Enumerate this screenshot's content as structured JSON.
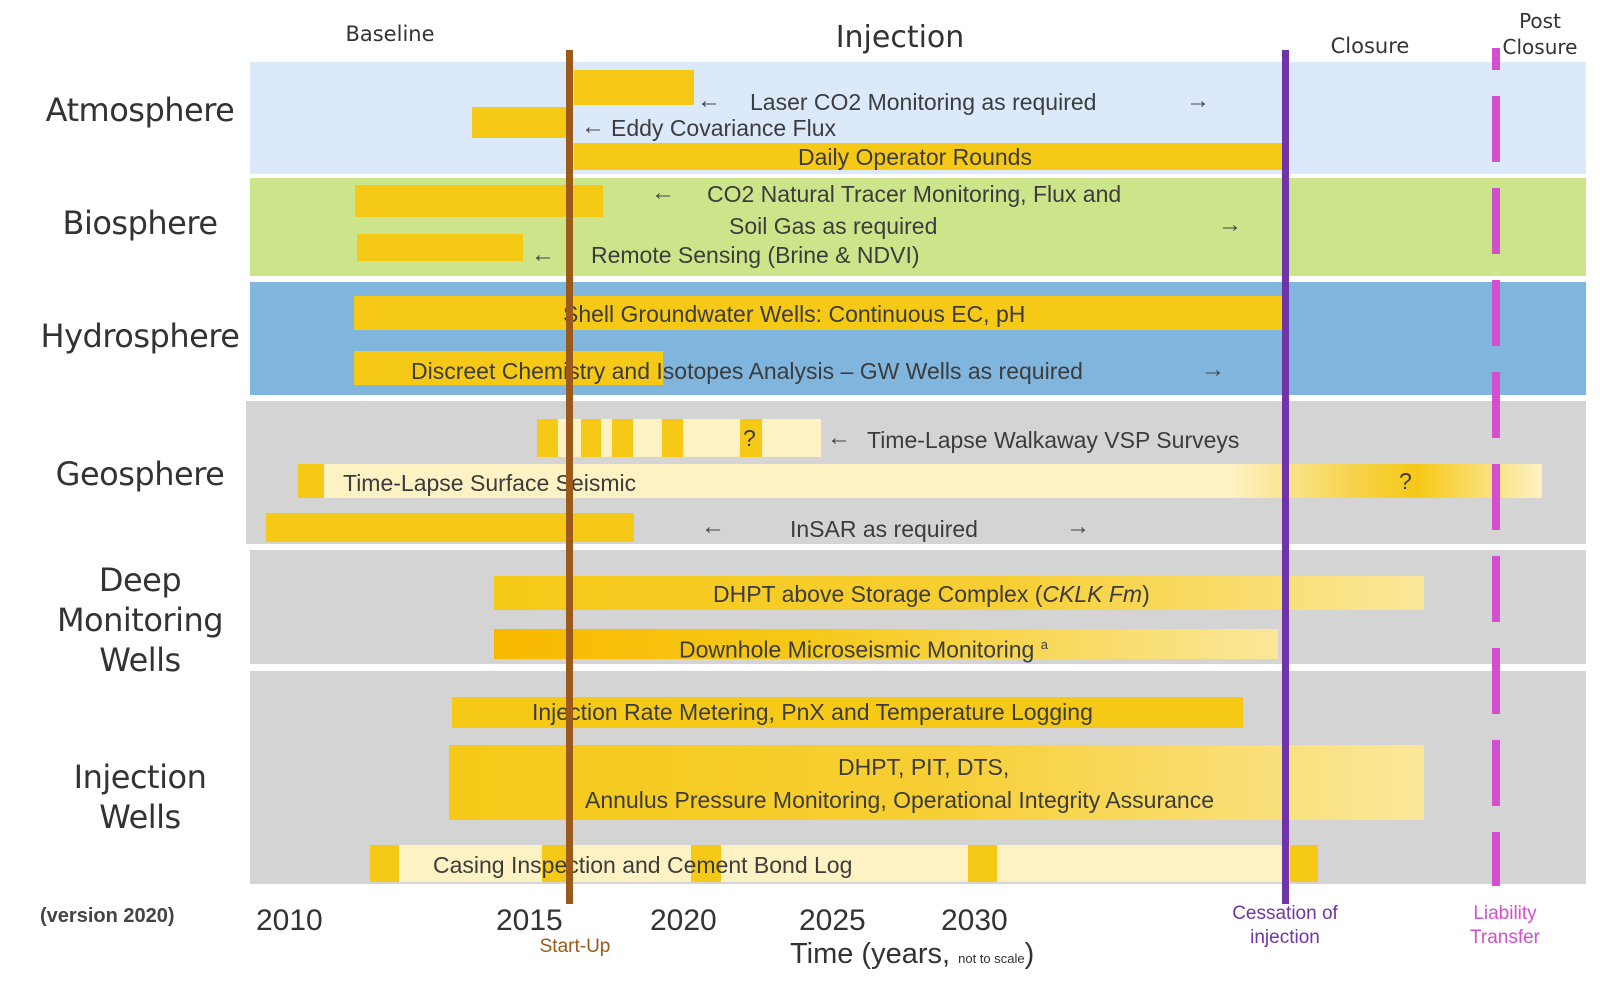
{
  "phases": {
    "baseline": "Baseline",
    "injection": "Injection",
    "closure": "Closure",
    "post_closure_1": "Post",
    "post_closure_2": "Closure"
  },
  "rows": {
    "atmosphere": "Atmosphere",
    "biosphere": "Biosphere",
    "hydrosphere": "Hydrosphere",
    "geosphere": "Geosphere",
    "deep_1": "Deep",
    "deep_2": "Monitoring",
    "deep_3": "Wells",
    "inj_1": "Injection",
    "inj_2": "Wells"
  },
  "activities": {
    "laser": "Laser CO2 Monitoring as required",
    "eddy": "Eddy Covariance Flux",
    "daily": "Daily Operator Rounds",
    "tracer_1": "CO2 Natural  Tracer Monitoring, Flux and",
    "tracer_2": "Soil Gas  as required",
    "remote": "Remote Sensing (Brine & NDVI)",
    "shell_gw": "Shell Groundwater Wells: Continuous EC, pH",
    "discreet": "Discreet Chemistry and Isotopes Analysis – GW Wells as required",
    "vsp": "Time-Lapse Walkaway VSP Surveys",
    "vsp_q": "?",
    "seismic": "Time-Lapse Surface Seismic",
    "seismic_q": "?",
    "insar": "InSAR as required",
    "dhpt_above_a": "DHPT above Storage Complex (",
    "dhpt_above_b": "CKLK Fm",
    "dhpt_above_c": ")",
    "microseismic": "Downhole Microseismic Monitoring",
    "microseismic_sup": "a",
    "injection_rate": "Injection Rate Metering, PnX and Temperature Logging",
    "dhpt_pit_1": "DHPT, PIT, DTS,",
    "dhpt_pit_2": "Annulus Pressure Monitoring, Operational Integrity Assurance",
    "casing": "Casing Inspection and Cement Bond Log"
  },
  "arrows": {
    "left": "←",
    "right": "→"
  },
  "axis": {
    "version": "(version 2020)",
    "ticks": [
      "2010",
      "2015",
      "2020",
      "2025",
      "2030"
    ],
    "title": "Time (years,",
    "title_small": "not to scale",
    "title_end": ")"
  },
  "markers": {
    "startup": "Start-Up",
    "cessation_1": "Cessation of",
    "cessation_2": "injection",
    "liability_1": "Liability",
    "liability_2": "Transfer"
  },
  "colors": {
    "atmosphere": "#dbe9fb",
    "biosphere": "#cce58a",
    "hydrosphere": "#80b5de",
    "grey": "#d4d4d4",
    "bar": "#f6c917",
    "pale": "#fdf2c4",
    "startup": "#9b5a1a",
    "cessation": "#6f35a8",
    "liability": "#d34fd0"
  }
}
